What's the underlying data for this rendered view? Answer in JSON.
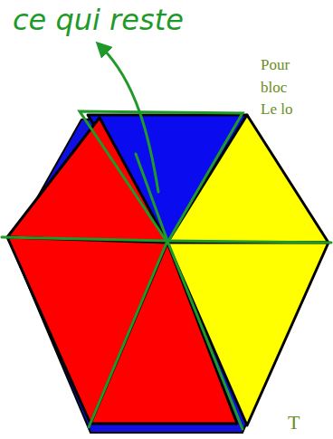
{
  "diagram": {
    "labels": [
      "ce qui reste",
      "Pour",
      "bloc",
      "Le lo",
      "T"
    ]
  }
}
